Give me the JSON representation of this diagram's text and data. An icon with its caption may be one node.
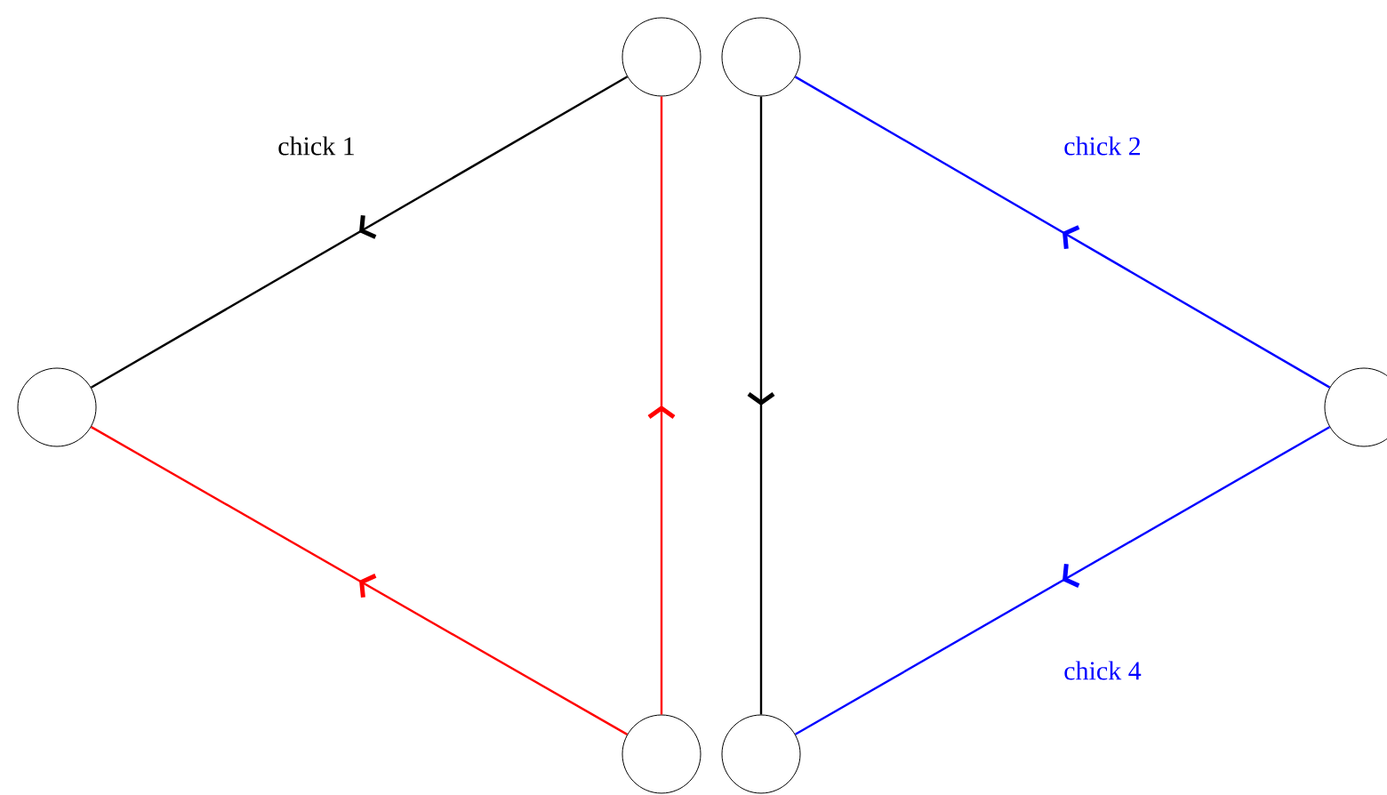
{
  "diagram": {
    "nodes": [
      {
        "text": [],
        "shape": "circle"
      },
      {
        "text": [],
        "shape": "circle"
      },
      {
        "text": [],
        "shape": "circle"
      },
      {
        "text": [],
        "shape": "circle"
      },
      {
        "text": [],
        "shape": "circle"
      },
      {
        "text": [],
        "shape": "circle"
      }
    ],
    "edges": [
      {
        "from": 0,
        "to": 2,
        "arrow": "to",
        "color": "#000000",
        "label": "chick 1"
      },
      {
        "from": 4,
        "to": 2,
        "arrow": "to",
        "color": "#ff0000"
      },
      {
        "from": 4,
        "to": 0,
        "arrow": "to",
        "color": "#ff0000"
      },
      {
        "from": 1,
        "to": 5,
        "arrow": "to",
        "color": "#000000"
      },
      {
        "from": 3,
        "to": 1,
        "arrow": "to",
        "color": "#0000ff",
        "label": "chick 2"
      },
      {
        "from": 3,
        "to": 5,
        "arrow": "to",
        "color": "#0000ff",
        "label": "chick 4"
      }
    ]
  }
}
